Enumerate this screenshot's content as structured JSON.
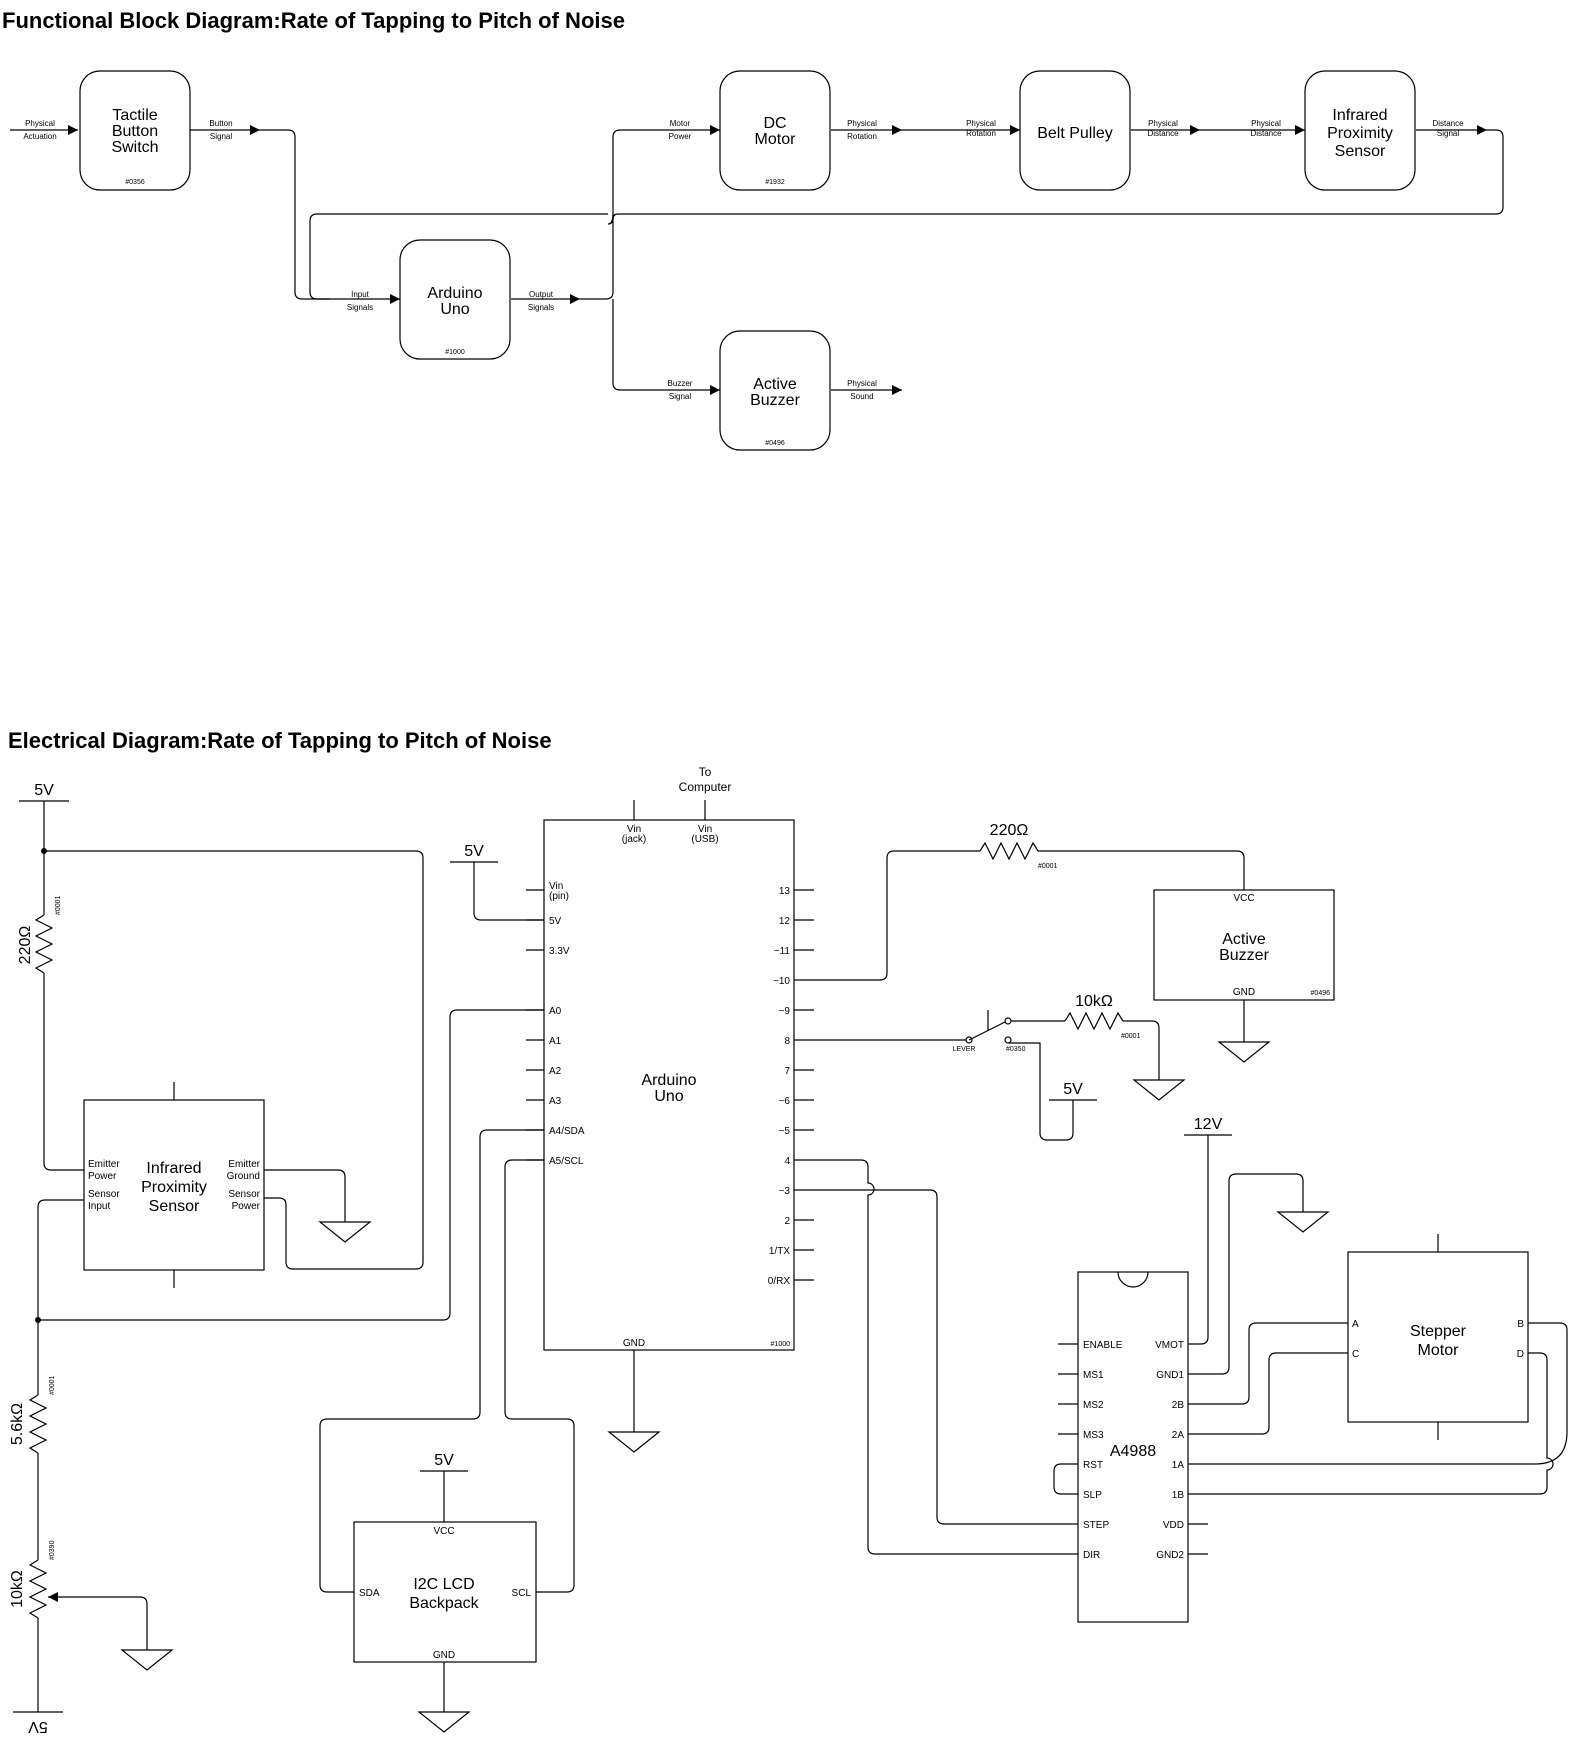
{
  "functional": {
    "title": "Functional Block Diagram:Rate of Tapping to Pitch of Noise",
    "blocks": {
      "button": {
        "lines": [
          "Tactile",
          "Button",
          "Switch"
        ],
        "part": "#0356"
      },
      "arduino": {
        "lines": [
          "Arduino",
          "Uno"
        ],
        "part": "#1000"
      },
      "motor": {
        "lines": [
          "DC",
          "Motor"
        ],
        "part": "#1932"
      },
      "pulley": {
        "lines": [
          "Belt Pulley"
        ],
        "part": ""
      },
      "ir": {
        "lines": [
          "Infrared",
          "Proximity",
          "Sensor"
        ],
        "part": ""
      },
      "buzzer": {
        "lines": [
          "Active",
          "Buzzer"
        ],
        "part": "#0496"
      }
    },
    "signals": {
      "physical_actuation": [
        "Physical",
        "Actuation"
      ],
      "button_signal": [
        "Button",
        "Signal"
      ],
      "input_signals": [
        "Input",
        "Signals"
      ],
      "output_signals": [
        "Output",
        "Signals"
      ],
      "motor_power": [
        "Motor",
        "Power"
      ],
      "physical_rotation_1": [
        "Physical",
        "Rotation"
      ],
      "physical_rotation_2": [
        "Physical",
        "Rotation"
      ],
      "physical_distance_1": [
        "Physical",
        "Distance"
      ],
      "physical_distance_2": [
        "Physical",
        "Distance"
      ],
      "distance_signal": [
        "Distance",
        "Signal"
      ],
      "buzzer_signal": [
        "Buzzer",
        "Signal"
      ],
      "physical_sound": [
        "Physical",
        "Sound"
      ]
    }
  },
  "electrical": {
    "title": "Electrical Diagram:Rate of Tapping to Pitch of Noise",
    "supplies": {
      "left_top": "5V",
      "left_bottom": "5V",
      "arduino_vin": "5V",
      "switch": "5V",
      "lcd": "5V",
      "driver": "12V"
    },
    "resistors": {
      "r1": {
        "value": "220Ω",
        "part": "#0001"
      },
      "r2": {
        "value": "5.6kΩ",
        "part": "#0001"
      },
      "pot": {
        "value": "10kΩ",
        "part": "#0390"
      },
      "buzzer_r": {
        "value": "220Ω",
        "part": "#0001"
      },
      "switch_r": {
        "value": "10kΩ",
        "part": "#0001"
      }
    },
    "to_computer": [
      "To",
      "Computer"
    ],
    "arduino": {
      "name": [
        "Arduino",
        "Uno"
      ],
      "part": "#1000",
      "top_pins": [
        [
          "Vin",
          "(jack)"
        ],
        [
          "Vin",
          "(USB)"
        ]
      ],
      "left_pins": [
        [
          "Vin",
          "(pin)"
        ],
        [
          "5V"
        ],
        [
          "3.3V"
        ],
        [
          "A0"
        ],
        [
          "A1"
        ],
        [
          "A2"
        ],
        [
          "A3"
        ],
        [
          "A4/SDA"
        ],
        [
          "A5/SCL"
        ]
      ],
      "right_pins": [
        "13",
        "12",
        "~11",
        "~10",
        "~9",
        "8",
        "7",
        "~6",
        "~5",
        "4",
        "~3",
        "2",
        "1/TX",
        "0/RX"
      ],
      "gnd": "GND"
    },
    "ir_sensor": {
      "name": [
        "Infrared",
        "Proximity",
        "Sensor"
      ],
      "left_pins": [
        [
          "Emitter",
          "Power"
        ],
        [
          "Sensor",
          "Input"
        ]
      ],
      "right_pins": [
        [
          "Emitter",
          "Ground"
        ],
        [
          "Sensor",
          "Power"
        ]
      ]
    },
    "buzzer": {
      "name": [
        "Active",
        "Buzzer"
      ],
      "vcc": "VCC",
      "gnd": "GND",
      "part": "#0496"
    },
    "switch": {
      "lever": "LEVER",
      "part": "#0350"
    },
    "lcd": {
      "name": [
        "I2C LCD",
        "Backpack"
      ],
      "vcc": "VCC",
      "gnd": "GND",
      "sda": "SDA",
      "scl": "SCL"
    },
    "driver": {
      "name": "A4988",
      "left_pins": [
        "ENABLE",
        "MS1",
        "MS2",
        "MS3",
        "RST",
        "SLP",
        "STEP",
        "DIR"
      ],
      "right_pins": [
        "VMOT",
        "GND1",
        "2B",
        "2A",
        "1A",
        "1B",
        "VDD",
        "GND2"
      ]
    },
    "stepper": {
      "name": [
        "Stepper",
        "Motor"
      ],
      "pins": {
        "a": "A",
        "c": "C",
        "b": "B",
        "d": "D"
      }
    }
  }
}
